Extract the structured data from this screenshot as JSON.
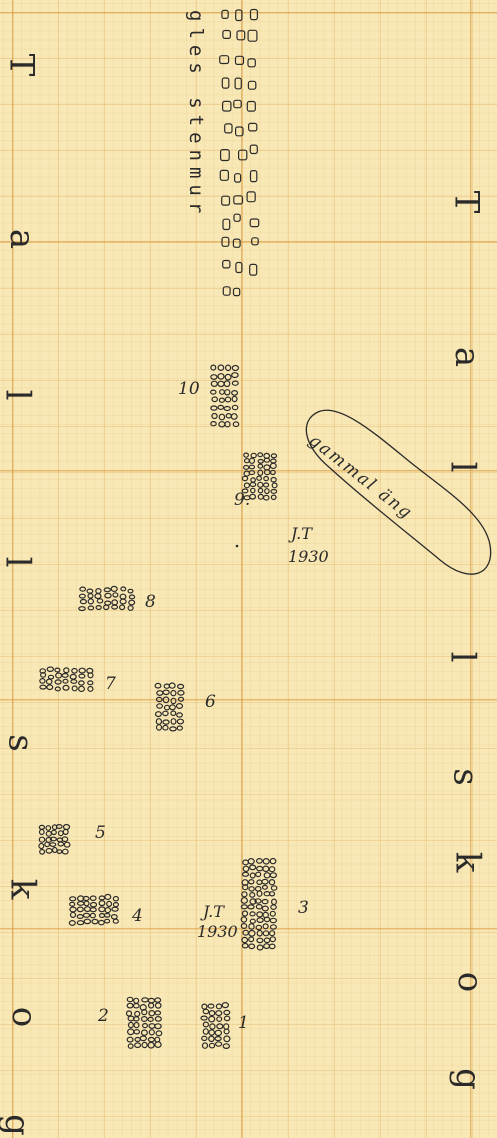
{
  "heading_left": [
    "T",
    "a",
    "l",
    "l",
    "s",
    "k",
    "o",
    "g"
  ],
  "heading_right": [
    "T",
    "a",
    "l",
    "l",
    "s",
    "k",
    "o",
    "g"
  ],
  "stone_wall_label": "gles stenmur",
  "meadow_label": "gammal äng",
  "signature_1": "J.T",
  "year_1": "1930",
  "signature_2": "J.T",
  "year_2": "1930",
  "plots": [
    "1",
    "2",
    "3",
    "4",
    "5",
    "6",
    "7",
    "8",
    "9.",
    "10"
  ],
  "colors": {
    "ink": "#2b2a2a",
    "paper": "#f8e8b6",
    "grid": "#d8983c"
  }
}
